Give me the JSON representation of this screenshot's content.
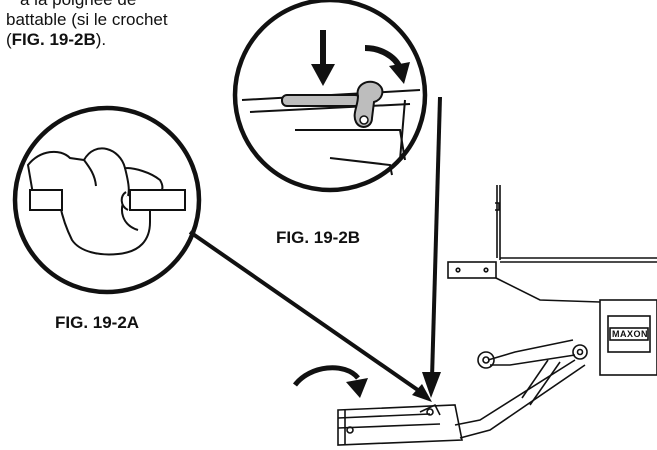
{
  "caption": {
    "line1": "à la poignée de",
    "line2": "battable (si le crochet",
    "line3_open": "(",
    "line3_ref": "FIG. 19-2B",
    "line3_close": ")."
  },
  "figures": {
    "fig_a": "FIG. 19-2A",
    "fig_b": "FIG. 19-2B"
  },
  "logo": "MAXON"
}
